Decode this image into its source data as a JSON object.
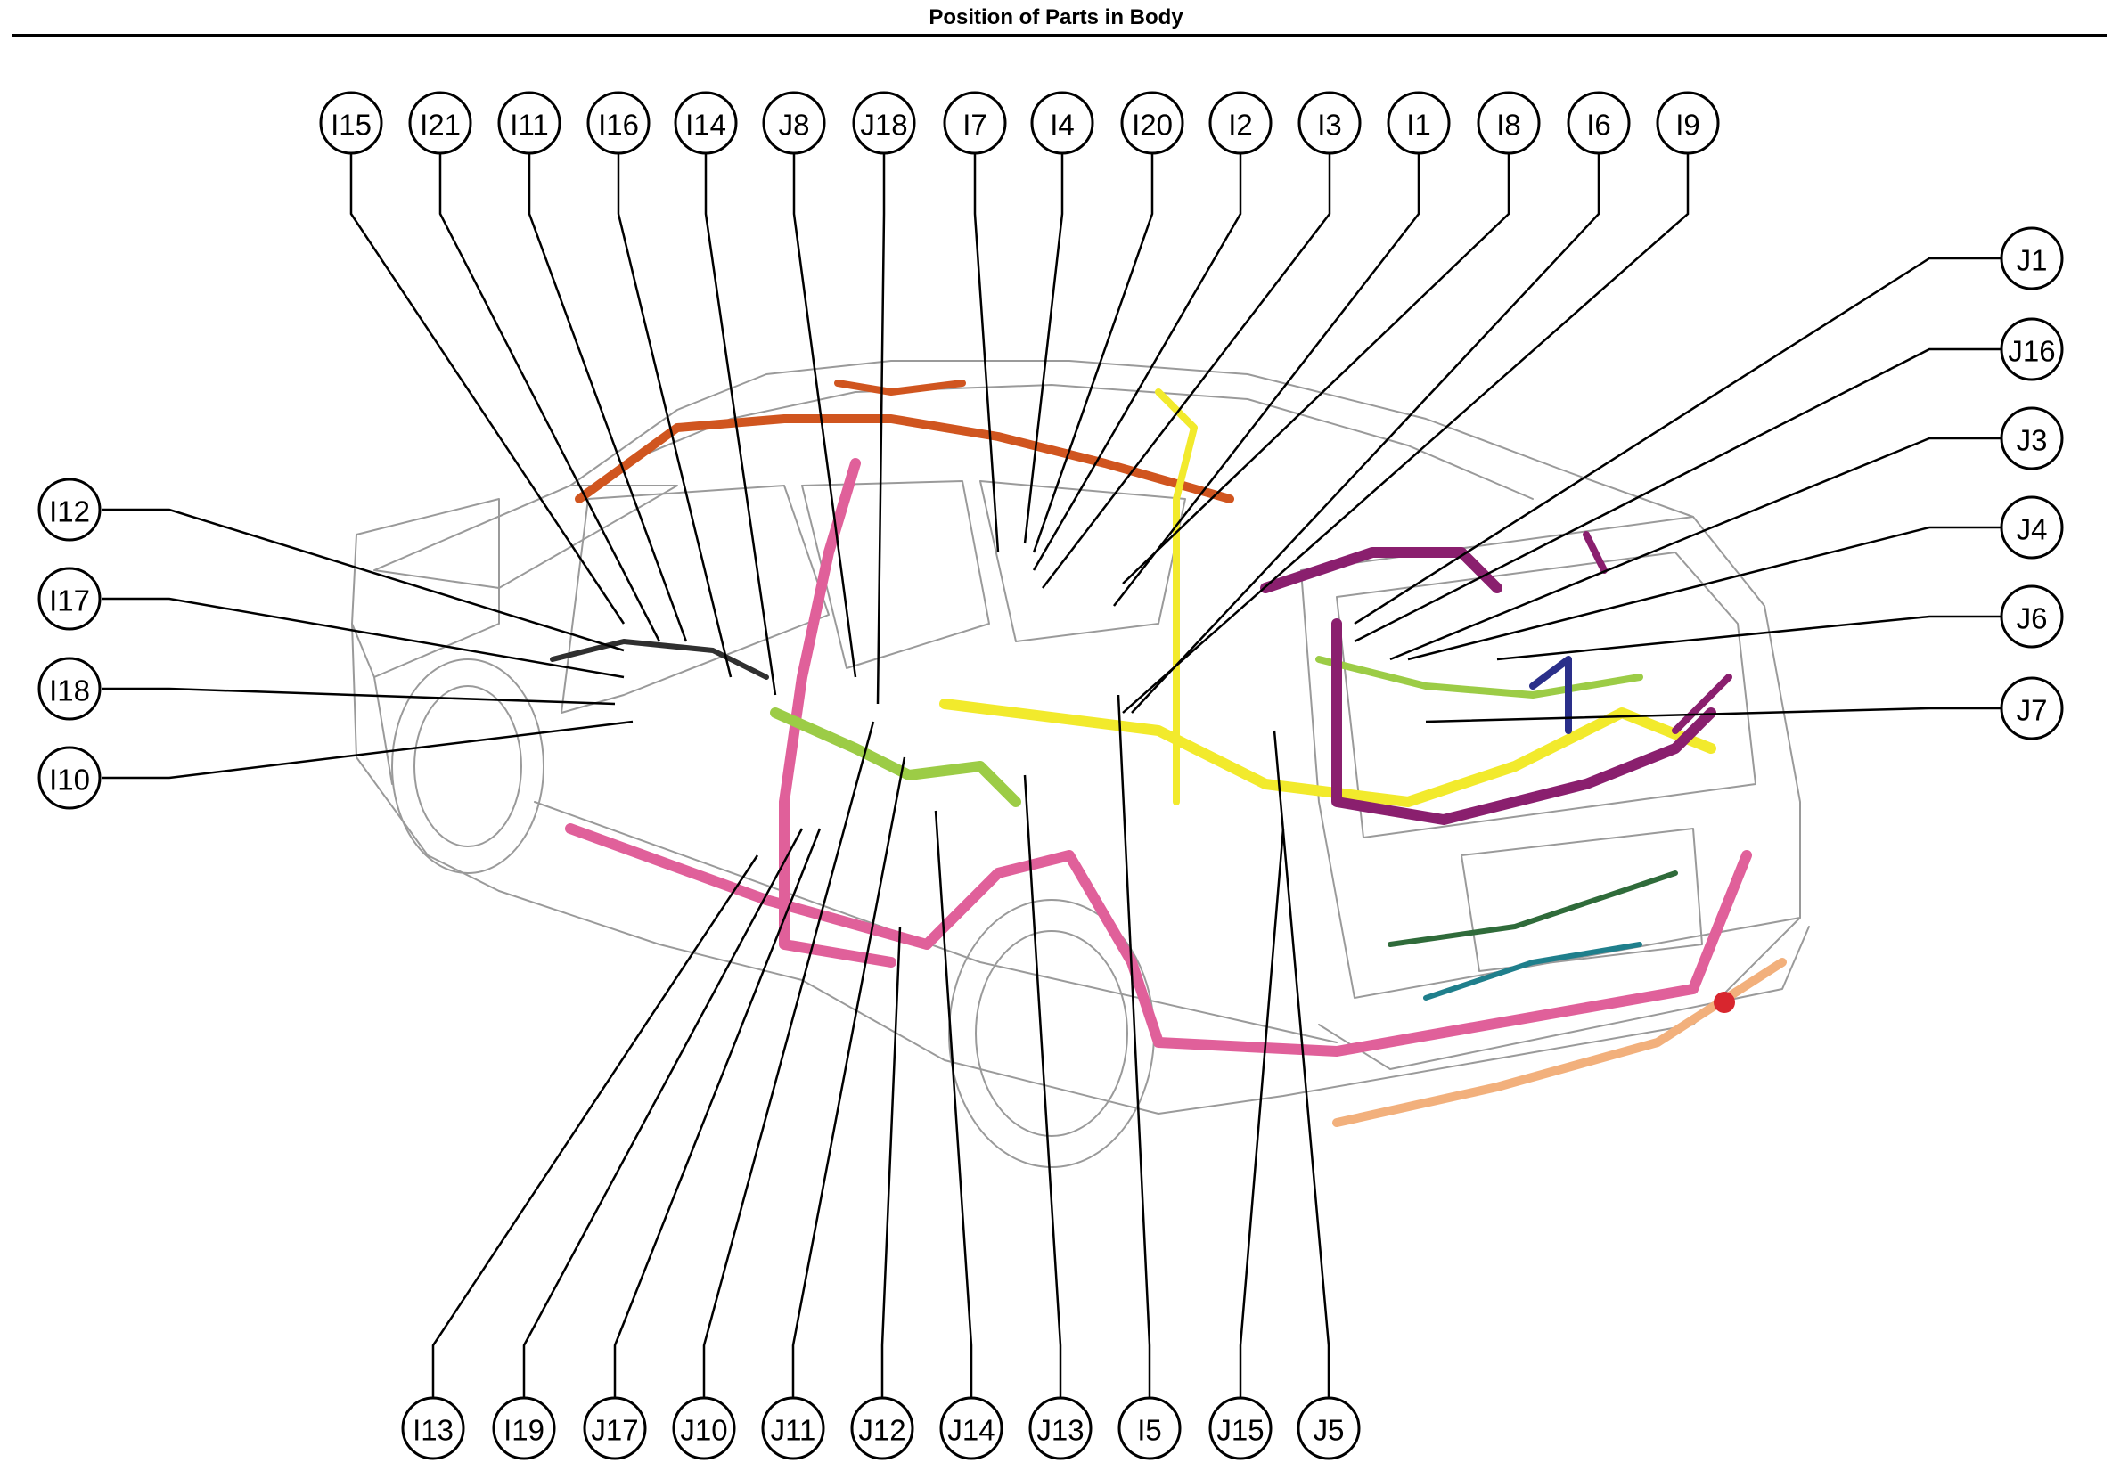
{
  "page": {
    "title": "Position of Parts in Body"
  },
  "colors": {
    "background": "#ffffff",
    "outline": "#000000",
    "body_line": "#9a9a9a",
    "harness_pink": "#e0609a",
    "harness_purple": "#8a1f6e",
    "harness_yellow": "#f2ea2c",
    "harness_green": "#9ccc46",
    "harness_orange": "#d0551f",
    "harness_peach": "#f2b07c",
    "harness_teal": "#1f7f8c",
    "harness_darkgreen": "#2f6b3a",
    "harness_blue": "#2a2f8a",
    "harness_red": "#d8262e",
    "harness_dark": "#303030"
  },
  "callouts_top": [
    "I15",
    "I21",
    "I11",
    "I16",
    "I14",
    "J8",
    "J18",
    "I7",
    "I4",
    "I20",
    "I2",
    "I3",
    "I1",
    "I8",
    "I6",
    "I9"
  ],
  "callouts_right": [
    "J1",
    "J16",
    "J3",
    "J4",
    "J6",
    "J7"
  ],
  "callouts_left": [
    "I12",
    "I17",
    "I18",
    "I10"
  ],
  "callouts_bottom": [
    "I13",
    "I19",
    "J17",
    "J10",
    "J11",
    "J12",
    "J14",
    "J13",
    "I5",
    "J15",
    "J5"
  ]
}
